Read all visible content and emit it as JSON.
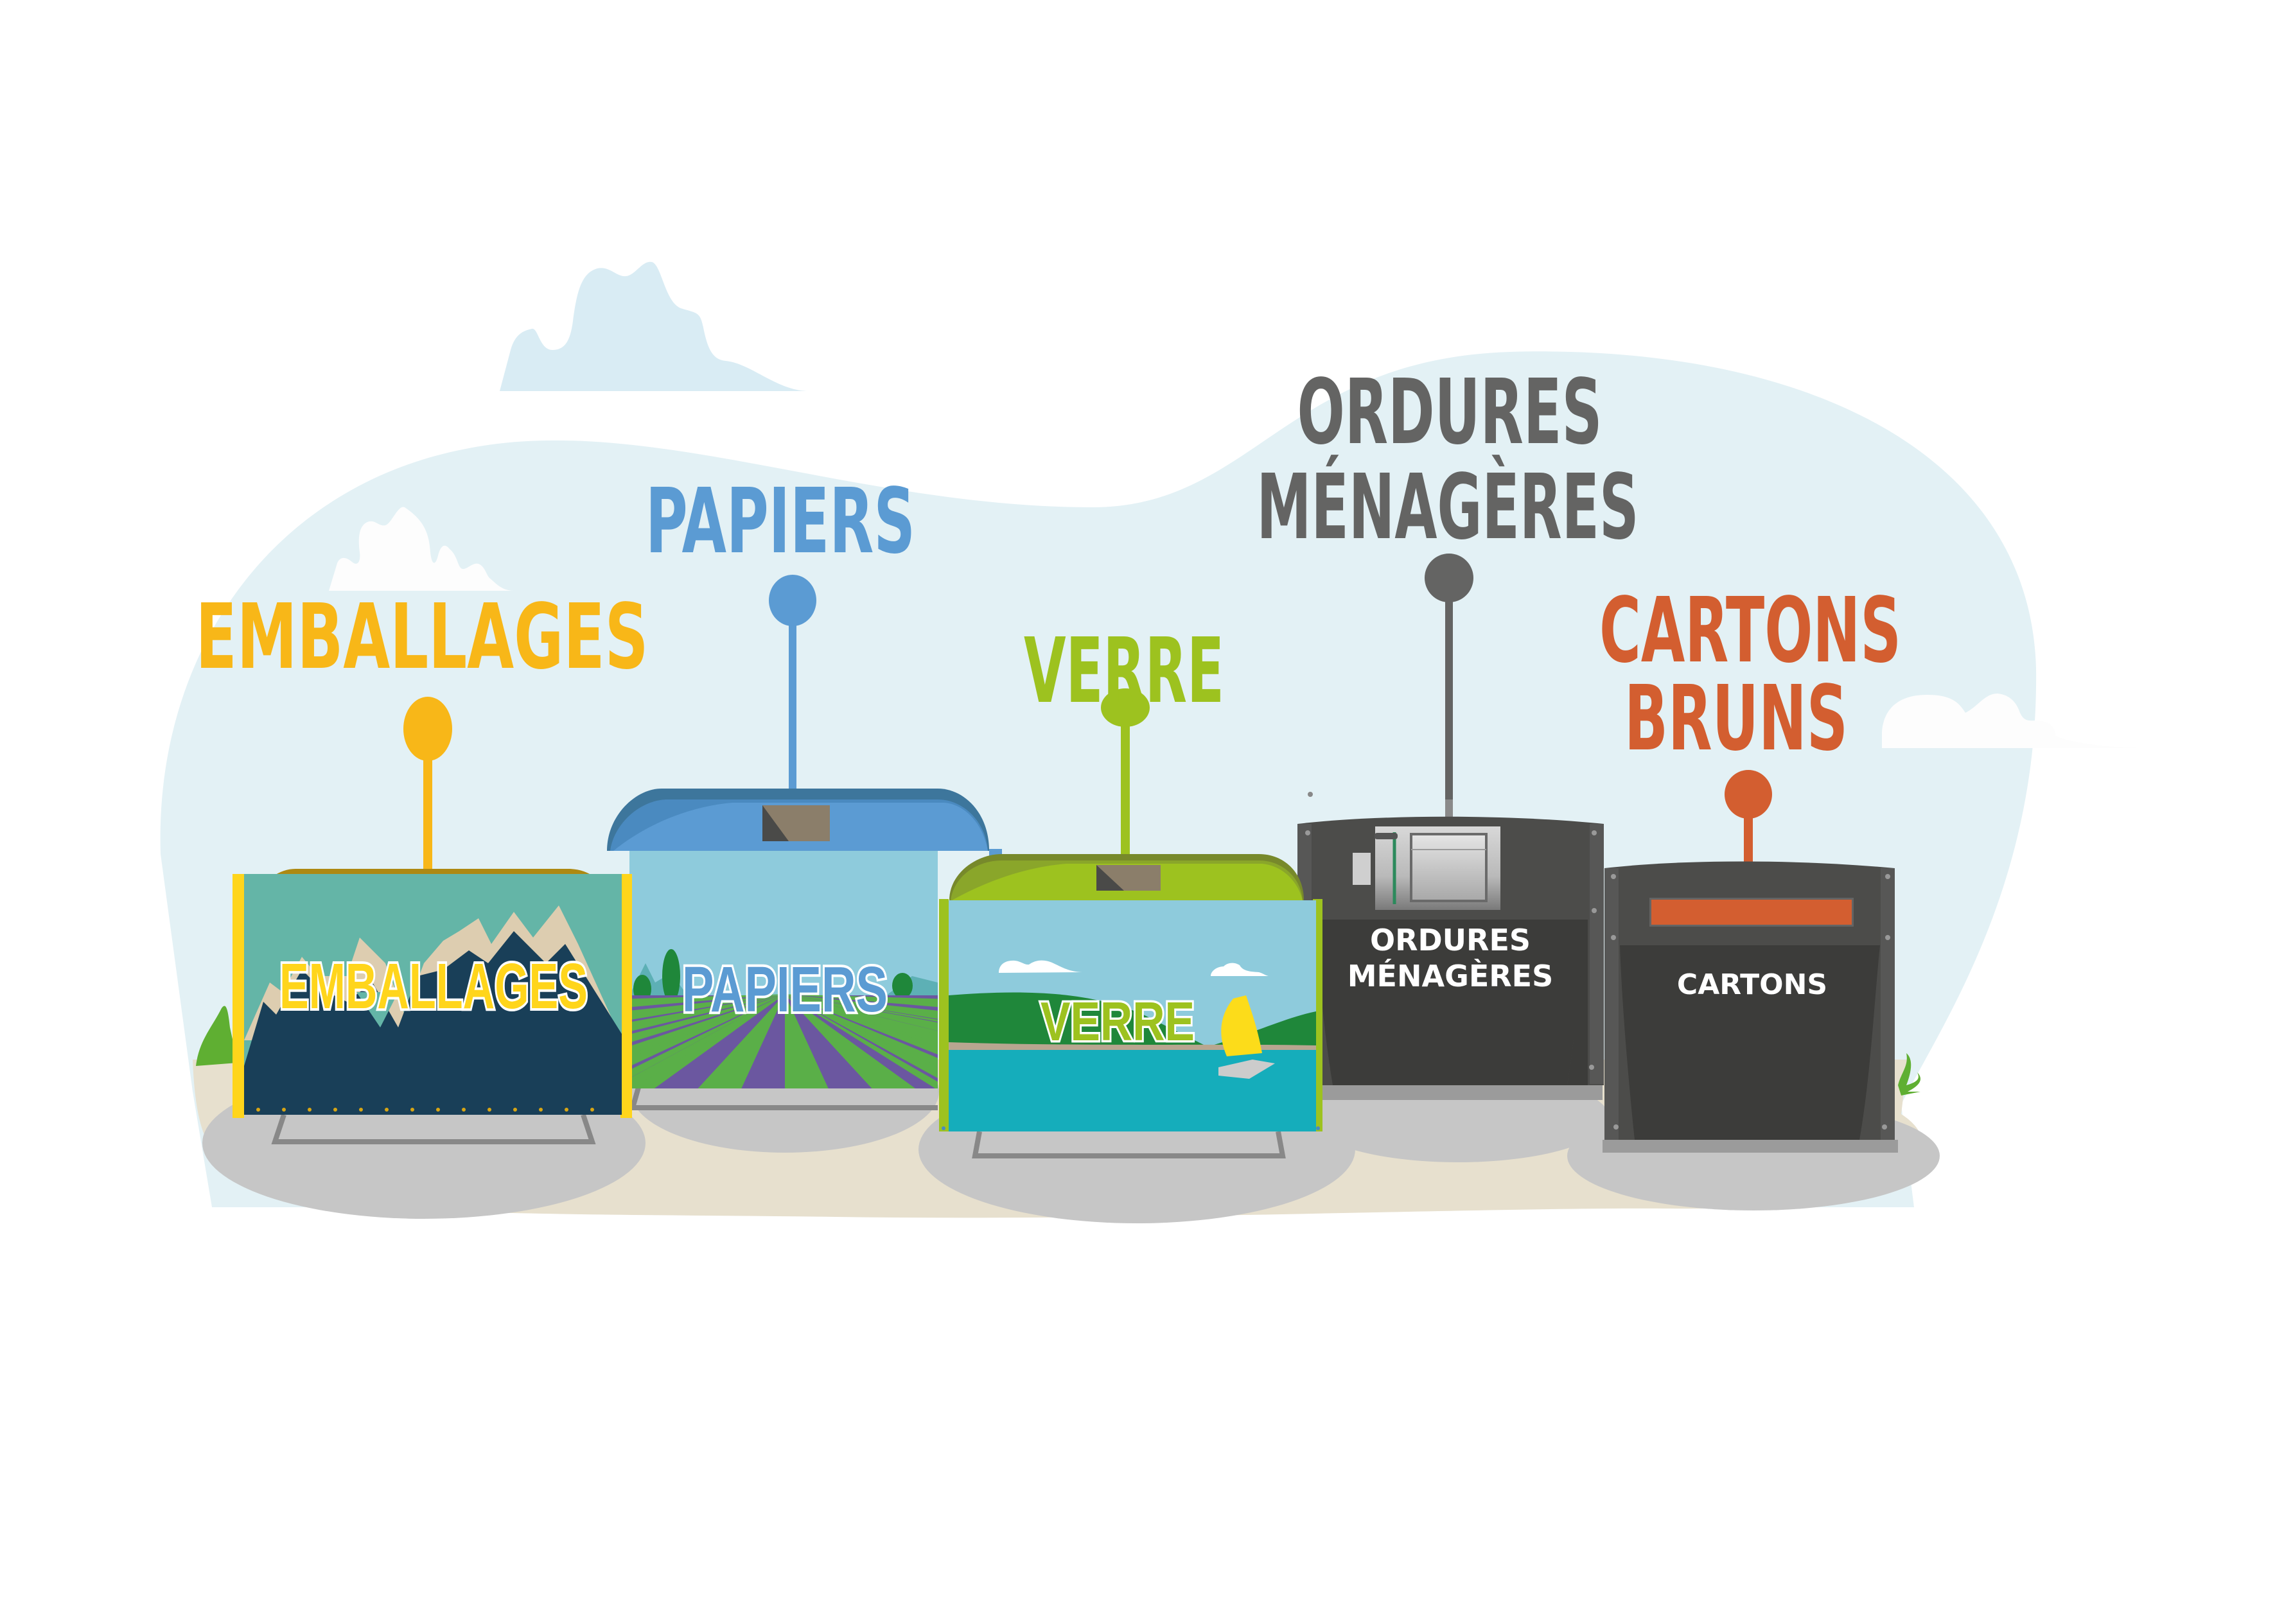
{
  "scene": {
    "title": "Recycling containers illustration",
    "colors": {
      "sky": "#e3f1f5",
      "cloud_blue": "#dbeef5",
      "cloud_white": "#fdfdfd",
      "ground": "#e7e0ce",
      "shadow": "#c6c6c6",
      "emballages": "#f8b718",
      "papiers": "#5b9bd3",
      "verre": "#9dc21f",
      "ordures": "#646463",
      "cartons": "#d35e30"
    }
  },
  "bins": [
    {
      "id": "emballages",
      "sign_label": "EMBALLAGES",
      "panel_label": "EMBALLAGES",
      "color": "#f8b718"
    },
    {
      "id": "papiers",
      "sign_label": "PAPIERS",
      "panel_label": "PAPIERS",
      "color": "#5b9bd3"
    },
    {
      "id": "verre",
      "sign_label": "VERRE",
      "panel_label": "VERRE",
      "color": "#9dc21f"
    },
    {
      "id": "ordures",
      "sign_label_line1": "ORDURES",
      "sign_label_line2": "MÉNAGÈRES",
      "panel_label_line1": "ORDURES",
      "panel_label_line2": "MÉNAGÈRES",
      "color": "#646463"
    },
    {
      "id": "cartons",
      "sign_label_line1": "CARTONS",
      "sign_label_line2": "BRUNS",
      "panel_label": "CARTONS",
      "color": "#d35e30"
    }
  ]
}
